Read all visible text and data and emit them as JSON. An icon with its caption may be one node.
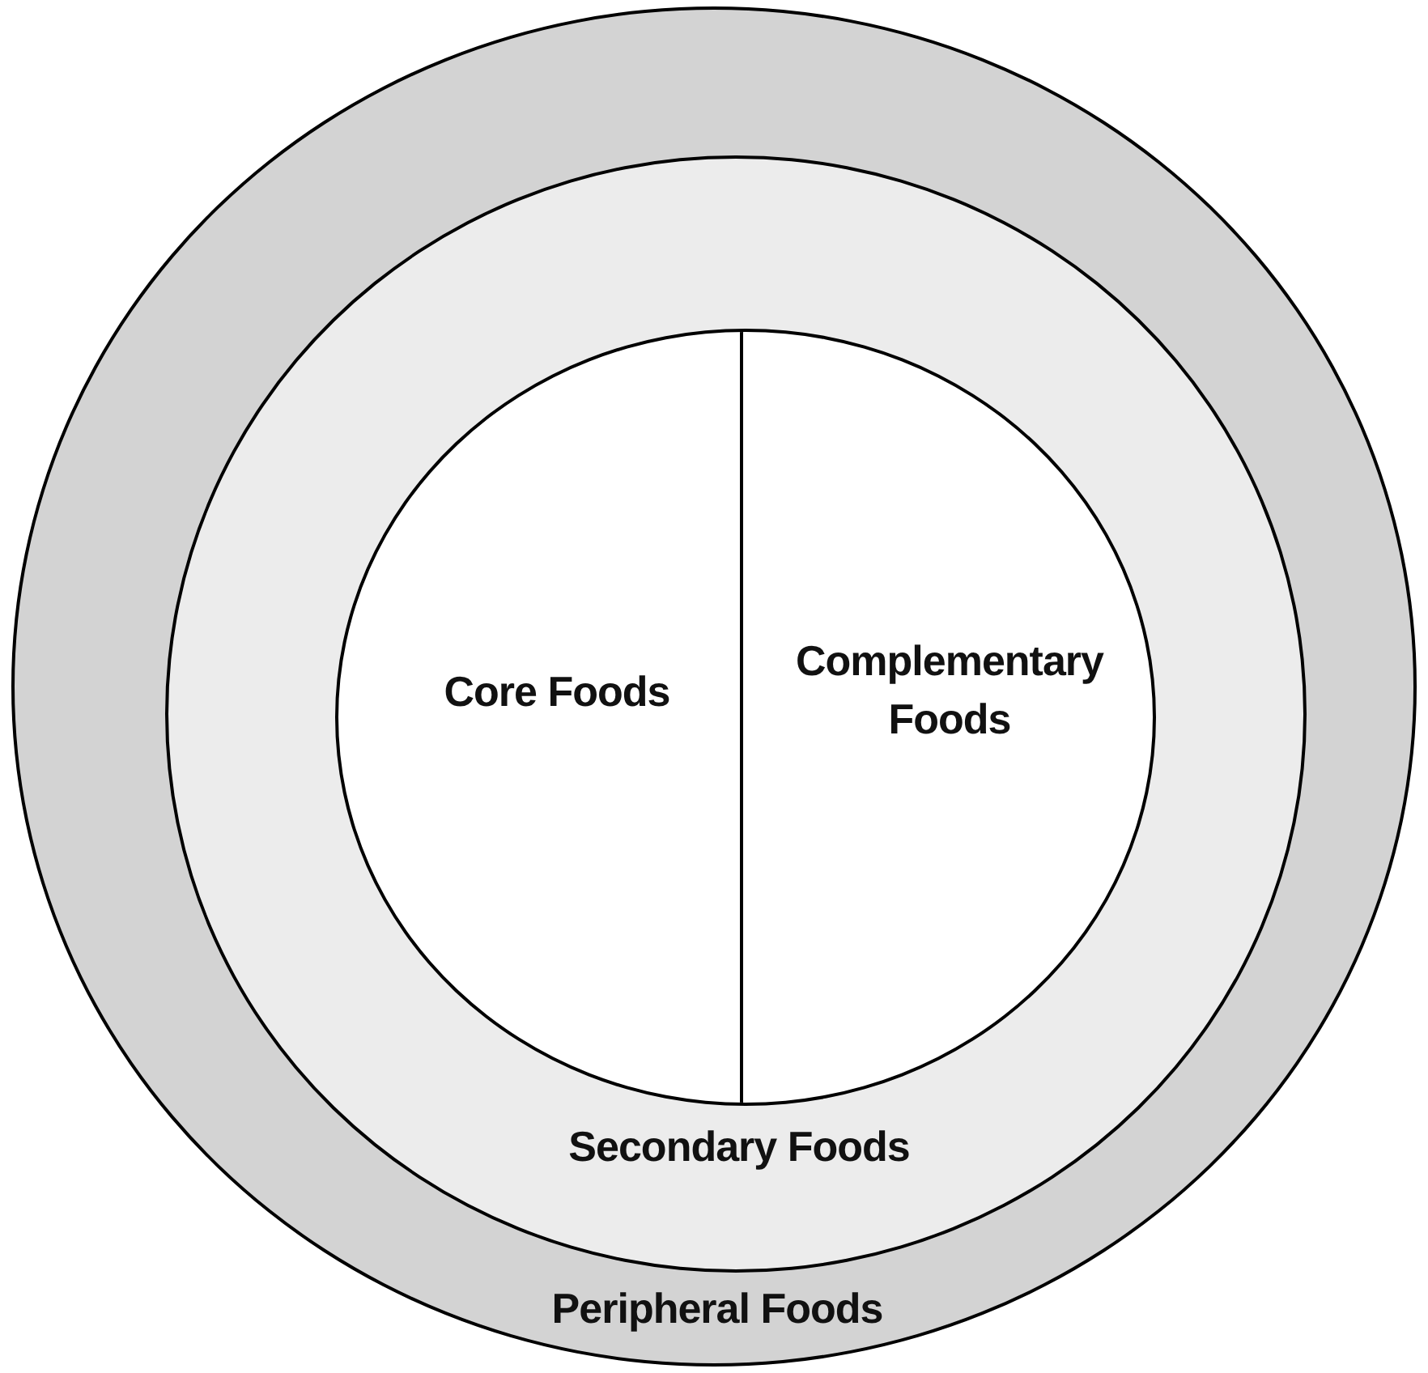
{
  "diagram": {
    "nodes": [
      {
        "text": [
          "Peripheral Foods"
        ]
      },
      {
        "text": [
          "Secondary Foods"
        ],
        "in": 0
      },
      {
        "text": [],
        "shape": "circle",
        "in": 1
      },
      {
        "text": [
          "Core Foods"
        ],
        "in": 2
      },
      {
        "text": [
          "Complementary Foods"
        ],
        "in": 2
      }
    ]
  }
}
